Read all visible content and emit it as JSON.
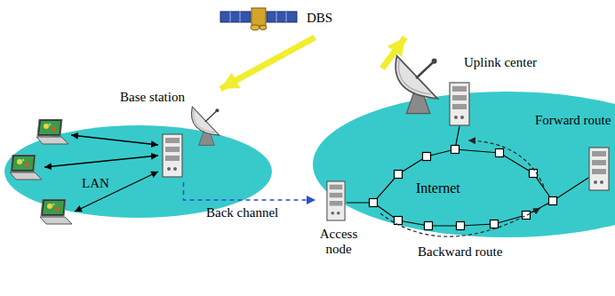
{
  "diagram": {
    "nodes": [
      {
        "text": [
          "DBS"
        ]
      },
      {
        "text": [
          "LAN"
        ]
      },
      {
        "text": [
          "Base station"
        ]
      },
      {
        "text": [
          "Internet"
        ]
      },
      {
        "text": [
          "Uplink center"
        ]
      },
      {
        "text": [
          "Access node"
        ]
      }
    ],
    "edges": [
      {
        "from": 4,
        "to": 0,
        "arrow": "to"
      },
      {
        "from": 0,
        "to": 2,
        "arrow": "to"
      },
      {
        "from": 2,
        "to": 5,
        "label": "Back channel",
        "arrow": "to"
      }
    ],
    "labels": [
      "Forward route",
      "Backward route"
    ]
  }
}
